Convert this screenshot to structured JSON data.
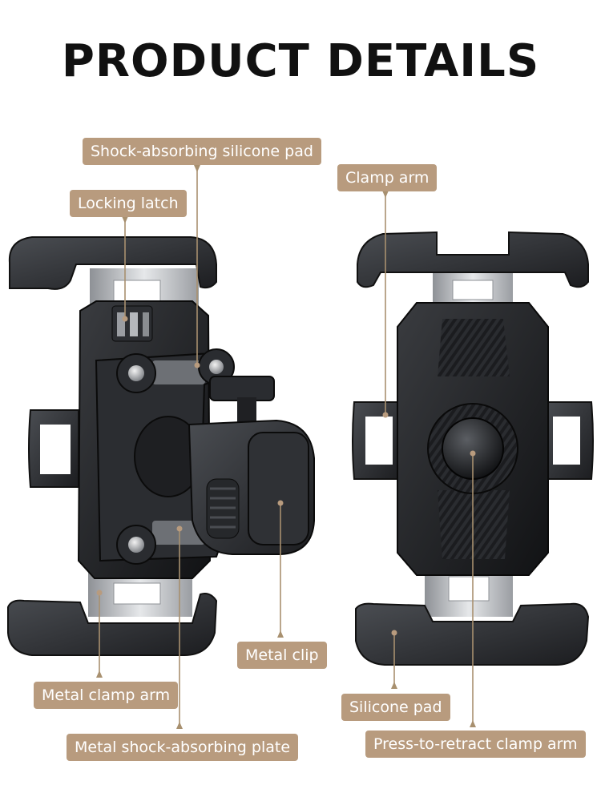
{
  "title": "PRODUCT DETAILS",
  "colors": {
    "label_bg": "#b89b7e",
    "label_text": "#ffffff",
    "leader_line": "#a8906f",
    "title_text": "#111111"
  },
  "labels": {
    "shock_pad": "Shock-absorbing silicone pad",
    "locking_latch": "Locking latch",
    "clamp_arm": "Clamp arm",
    "metal_clip": "Metal clip",
    "metal_clamp_arm": "Metal clamp arm",
    "silicone_pad": "Silicone pad",
    "metal_plate": "Metal shock-absorbing plate",
    "press_retract": "Press-to-retract clamp arm"
  }
}
